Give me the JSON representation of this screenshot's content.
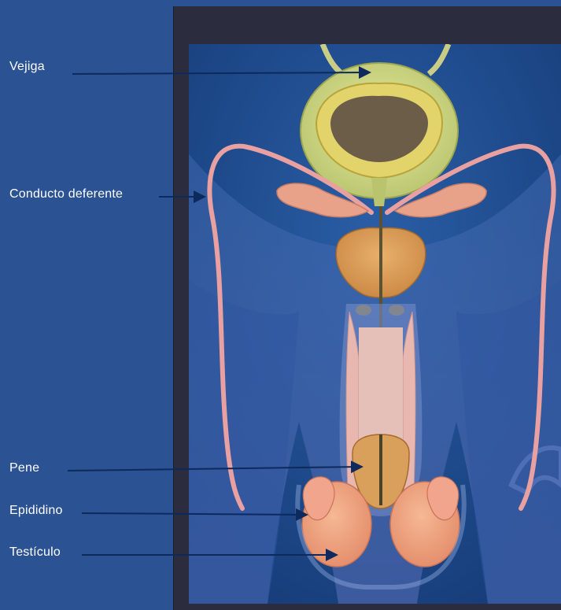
{
  "labels": {
    "bladder": "Vejiga",
    "vas_deferens": "Conducto deferente",
    "penis": "Pene",
    "epididymis": "Epididino",
    "testicle": "Testículo"
  },
  "colors": {
    "background": "#2b5293",
    "frame": "#2b2d3f",
    "illustration_bg": "#1f4a8a",
    "body_silhouette": "#3a63a8",
    "bladder": "#d8de9a",
    "duct": "#e8a0a0",
    "prostate": "#d9a05c",
    "testicle": "#f0a783",
    "arrow": "#0e2a5c"
  }
}
